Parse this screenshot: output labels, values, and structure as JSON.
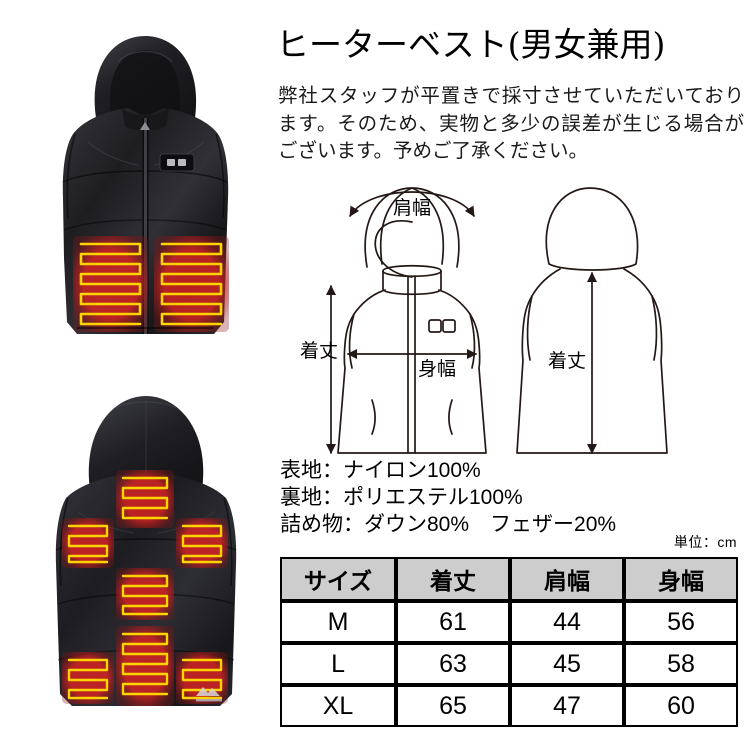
{
  "product": {
    "title": "ヒーターベスト(男女兼用)",
    "description": "弊社スタッフが平置きで採寸させていただいております。そのため、実物と多少の誤差が生じる場合がございます。予めご了承ください。"
  },
  "photos": {
    "front": {
      "alt": "ヒーターベスト 前面",
      "color": "#1c1c1e",
      "heat_color": "#cf2222",
      "heat_outline": "#ffd400",
      "zones": 2
    },
    "back": {
      "alt": "ヒーターベスト 背面",
      "color": "#1c1c1e",
      "heat_color": "#cf2222",
      "heat_outline": "#ffd400",
      "zones": 7
    }
  },
  "diagram": {
    "front_labels": {
      "shoulder": "肩幅",
      "length": "着丈",
      "body": "身幅"
    },
    "back_labels": {
      "length": "着丈"
    },
    "line_color": "#231815"
  },
  "materials": [
    "表地：ナイロン100%",
    "裏地：ポリエステル100%",
    "詰め物：ダウン80%　フェザー20%"
  ],
  "size_table": {
    "unit_note": "単位：cm",
    "headers": [
      "サイズ",
      "着丈",
      "肩幅",
      "身幅"
    ],
    "rows": [
      [
        "M",
        "61",
        "44",
        "56"
      ],
      [
        "L",
        "63",
        "45",
        "58"
      ],
      [
        "XL",
        "65",
        "47",
        "60"
      ]
    ],
    "header_bg": "#cdcdcd",
    "border_color": "#000000"
  }
}
